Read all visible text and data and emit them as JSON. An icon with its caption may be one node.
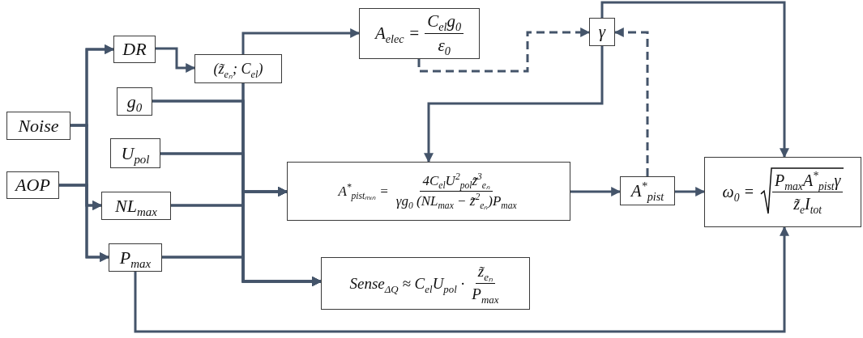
{
  "diagram": {
    "nodes": [
      {
        "text": [
          "Noise"
        ]
      },
      {
        "text": [
          "AOP"
        ]
      },
      {
        "text": [
          "DR"
        ]
      },
      {
        "text": [
          "(z̃$_{eₙ}$; C$_{el}$)"
        ]
      },
      {
        "text": [
          "g$_{0}$"
        ]
      },
      {
        "text": [
          "U$_{pol}$"
        ]
      },
      {
        "text": [
          "NL$_{max}$"
        ]
      },
      {
        "text": [
          "P$_{max}$"
        ]
      },
      {
        "text": [
          "A$_{elec}$ =",
          "C$_{el}$g$_{0}$",
          "ε$_{0}$"
        ]
      },
      {
        "text": [
          "γ"
        ]
      },
      {
        "text": [
          "A$^{*}$$_{pistₘᵢₙ}$ =",
          "4C$_{el}$U$^{2}$$_{pol}$z̃$^{3}$$_{eₙ}$",
          "γg$_{0}$ (NL$_{max}$ − z̃$^{2}$$_{eₙ}$)P$_{max}$"
        ]
      },
      {
        "text": [
          "Sense$_{ΔQ}$ ≈ C$_{el}$U$_{pol}$ ·",
          "z̃$_{eₙ}$",
          "P$_{max}$"
        ]
      },
      {
        "text": [
          "A$^{*}$$_{pist}$"
        ]
      },
      {
        "text": [
          "ω$_{0}$ =",
          "P$_{max}$A$^{*}$$_{pist}$γ",
          "z̃$_{e}$I$_{tot}$"
        ]
      }
    ],
    "edges": [
      {
        "from": 0,
        "to": 2,
        "arrow": "to"
      },
      {
        "from": 0,
        "to": 6,
        "arrow": "to"
      },
      {
        "from": 0,
        "to": 7,
        "arrow": "to"
      },
      {
        "from": 1,
        "to": 2,
        "arrow": "to"
      },
      {
        "from": 1,
        "to": 6,
        "arrow": "to"
      },
      {
        "from": 1,
        "to": 7,
        "arrow": "to"
      },
      {
        "from": 2,
        "to": 3,
        "arrow": "to"
      },
      {
        "from": 3,
        "to": 8,
        "arrow": "to"
      },
      {
        "from": 3,
        "to": 10,
        "arrow": "to"
      },
      {
        "from": 3,
        "to": 11,
        "arrow": "to"
      },
      {
        "from": 4,
        "to": 10,
        "arrow": "to"
      },
      {
        "from": 4,
        "to": 11,
        "arrow": "to"
      },
      {
        "from": 5,
        "to": 10,
        "arrow": "to"
      },
      {
        "from": 5,
        "to": 11,
        "arrow": "to"
      },
      {
        "from": 6,
        "to": 10,
        "arrow": "to"
      },
      {
        "from": 6,
        "to": 11,
        "arrow": "to"
      },
      {
        "from": 7,
        "to": 10,
        "arrow": "to"
      },
      {
        "from": 7,
        "to": 11,
        "arrow": "to"
      },
      {
        "from": 8,
        "to": 9,
        "arrow": "to",
        "style": "dashed"
      },
      {
        "from": 9,
        "to": 10,
        "arrow": "to"
      },
      {
        "from": 10,
        "to": 12,
        "arrow": "to"
      },
      {
        "from": 12,
        "to": 9,
        "arrow": "to",
        "style": "dashed"
      },
      {
        "from": 12,
        "to": 13,
        "arrow": "to"
      },
      {
        "from": 9,
        "to": 13,
        "arrow": "to"
      },
      {
        "from": 7,
        "to": 13,
        "arrow": "to"
      }
    ]
  }
}
